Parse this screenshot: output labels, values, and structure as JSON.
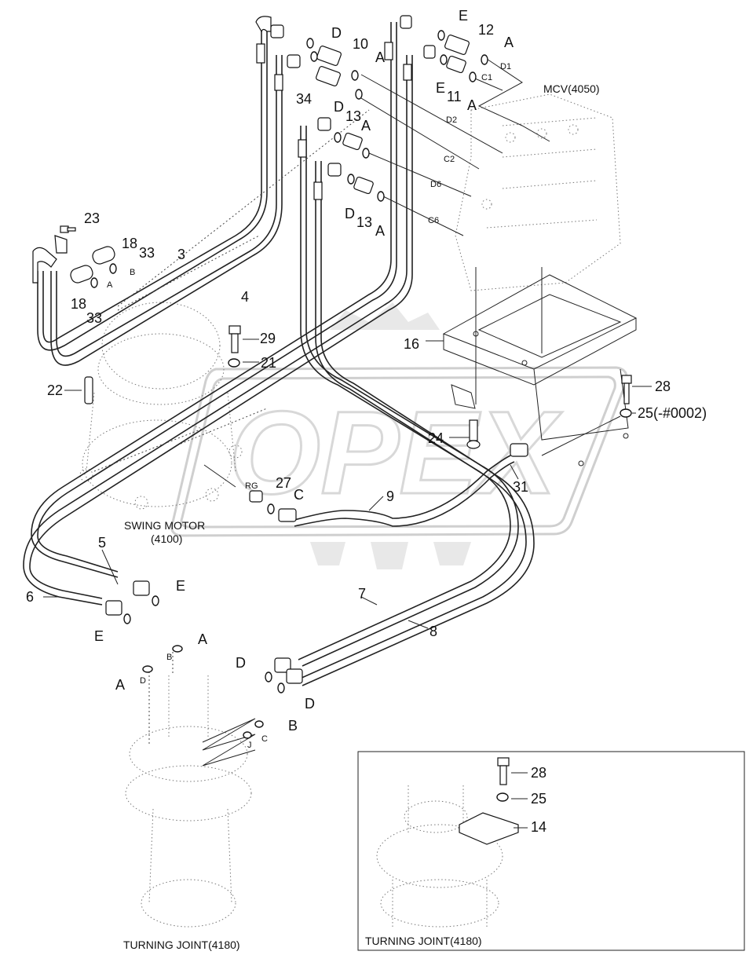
{
  "watermark": "OPEX",
  "captions": {
    "mcv": "MCV(4050)",
    "swing_motor_line1": "SWING MOTOR",
    "swing_motor_line2": "(4100)",
    "turning_joint_main": "TURNING JOINT(4180)",
    "turning_joint_inset": "TURNING JOINT(4180)"
  },
  "part_numbers": [
    {
      "id": "p3",
      "text": "3"
    },
    {
      "id": "p4",
      "text": "4"
    },
    {
      "id": "p5",
      "text": "5"
    },
    {
      "id": "p6",
      "text": "6"
    },
    {
      "id": "p7",
      "text": "7"
    },
    {
      "id": "p8",
      "text": "8"
    },
    {
      "id": "p9",
      "text": "9"
    },
    {
      "id": "p10",
      "text": "10"
    },
    {
      "id": "p11",
      "text": "11"
    },
    {
      "id": "p12",
      "text": "12"
    },
    {
      "id": "p13a",
      "text": "13"
    },
    {
      "id": "p13b",
      "text": "13"
    },
    {
      "id": "p16",
      "text": "16"
    },
    {
      "id": "p18a",
      "text": "18"
    },
    {
      "id": "p18b",
      "text": "18"
    },
    {
      "id": "p21",
      "text": "21"
    },
    {
      "id": "p22",
      "text": "22"
    },
    {
      "id": "p23",
      "text": "23"
    },
    {
      "id": "p24",
      "text": "24"
    },
    {
      "id": "p25",
      "text": "25(-#0002)"
    },
    {
      "id": "p27",
      "text": "27"
    },
    {
      "id": "p28",
      "text": "28"
    },
    {
      "id": "p29",
      "text": "29"
    },
    {
      "id": "p31",
      "text": "31"
    },
    {
      "id": "p33a",
      "text": "33"
    },
    {
      "id": "p33b",
      "text": "33"
    },
    {
      "id": "p34",
      "text": "34"
    },
    {
      "id": "i28",
      "text": "28"
    },
    {
      "id": "i25",
      "text": "25"
    },
    {
      "id": "i14",
      "text": "14"
    }
  ],
  "port_letters": [
    {
      "id": "lD1",
      "text": "D"
    },
    {
      "id": "lA1",
      "text": "A"
    },
    {
      "id": "lE1",
      "text": "E"
    },
    {
      "id": "lA2",
      "text": "A"
    },
    {
      "id": "lE2",
      "text": "E"
    },
    {
      "id": "lA3",
      "text": "A"
    },
    {
      "id": "lD2",
      "text": "D"
    },
    {
      "id": "lA4",
      "text": "A"
    },
    {
      "id": "lD3",
      "text": "D"
    },
    {
      "id": "lA5",
      "text": "A"
    },
    {
      "id": "lC1",
      "text": "C"
    },
    {
      "id": "lE3",
      "text": "E"
    },
    {
      "id": "lE4",
      "text": "E"
    },
    {
      "id": "lA6",
      "text": "A"
    },
    {
      "id": "lA7",
      "text": "A"
    },
    {
      "id": "lD4",
      "text": "D"
    },
    {
      "id": "lD5",
      "text": "D"
    },
    {
      "id": "lB1",
      "text": "B"
    }
  ],
  "small_labels": [
    {
      "id": "sD1",
      "text": "D1"
    },
    {
      "id": "sC1",
      "text": "C1"
    },
    {
      "id": "sD2",
      "text": "D2"
    },
    {
      "id": "sC2",
      "text": "C2"
    },
    {
      "id": "sD6",
      "text": "D6"
    },
    {
      "id": "sC6",
      "text": "C6"
    },
    {
      "id": "sA",
      "text": "A"
    },
    {
      "id": "sB",
      "text": "B"
    },
    {
      "id": "sRG",
      "text": "RG"
    },
    {
      "id": "sB2",
      "text": "B"
    },
    {
      "id": "sD7",
      "text": "D"
    },
    {
      "id": "sJ",
      "text": "J"
    },
    {
      "id": "sC7",
      "text": "C"
    }
  ]
}
